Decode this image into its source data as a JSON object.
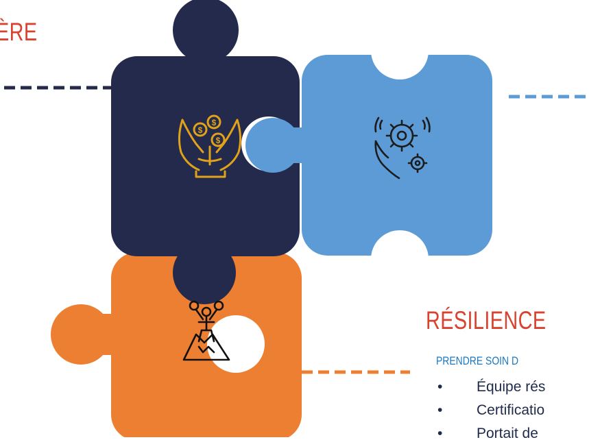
{
  "headings": {
    "top_left": "ÈRE",
    "resilience": "RÉSILIENCE"
  },
  "subheading": "PRENDRE SOIN D",
  "bullets": [
    {
      "marker": "•",
      "text": "Équipe rés"
    },
    {
      "marker": "•",
      "text": "Certificatio"
    },
    {
      "marker": "•",
      "text": "Portait de"
    }
  ],
  "pieces": [
    {
      "id": "navy",
      "color": "#232a4c",
      "icon": "hands-growing-coins-icon",
      "icon_color": "#e0a21a"
    },
    {
      "id": "blue",
      "color": "#5d9bd6",
      "icon": "hand-gears-icon",
      "icon_color": "#1c1c1c"
    },
    {
      "id": "orange",
      "color": "#ec7f31",
      "icon": "mountain-champion-icon",
      "icon_color": "#111111"
    }
  ],
  "connectors": {
    "navy": "#232a4c",
    "blue": "#5d9bd6",
    "orange": "#ec7f31"
  }
}
